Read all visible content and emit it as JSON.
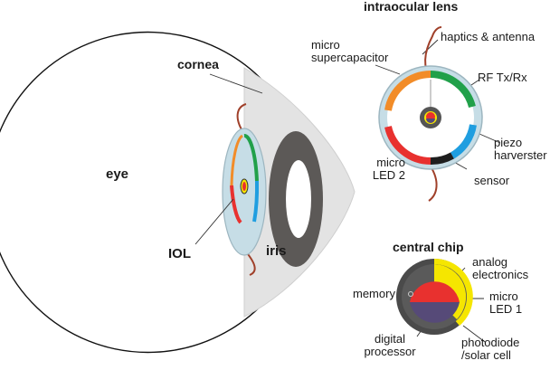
{
  "labels": {
    "eye": "eye",
    "cornea": "cornea",
    "iol": "IOL",
    "iris": "iris",
    "lens_title": "intraocular lens",
    "micro_supercapacitor": "micro\nsupercapacitor",
    "haptics_antenna": "haptics & antenna",
    "rf": "RF Tx/Rx",
    "piezo": "piezo\nharverster",
    "sensor": "sensor",
    "micro_led2": "micro\nLED 2",
    "chip_title": "central chip",
    "analog": "analog\nelectronics",
    "memory": "memory",
    "micro_led1": "micro\nLED 1",
    "digital": "digital\nprocessor",
    "photodiode": "photodiode\n/solar cell"
  },
  "colors": {
    "supercapacitor": "#f28c28",
    "rf": "#21a04a",
    "piezo": "#1f9ee0",
    "sensor": "#1e1e1e",
    "led": "#e8312f",
    "analog": "#f5e600",
    "memory": "#4a4a4a",
    "photodiode": "#564a78",
    "lens_body": "#c6dde6",
    "haptic": "#a0402a"
  }
}
